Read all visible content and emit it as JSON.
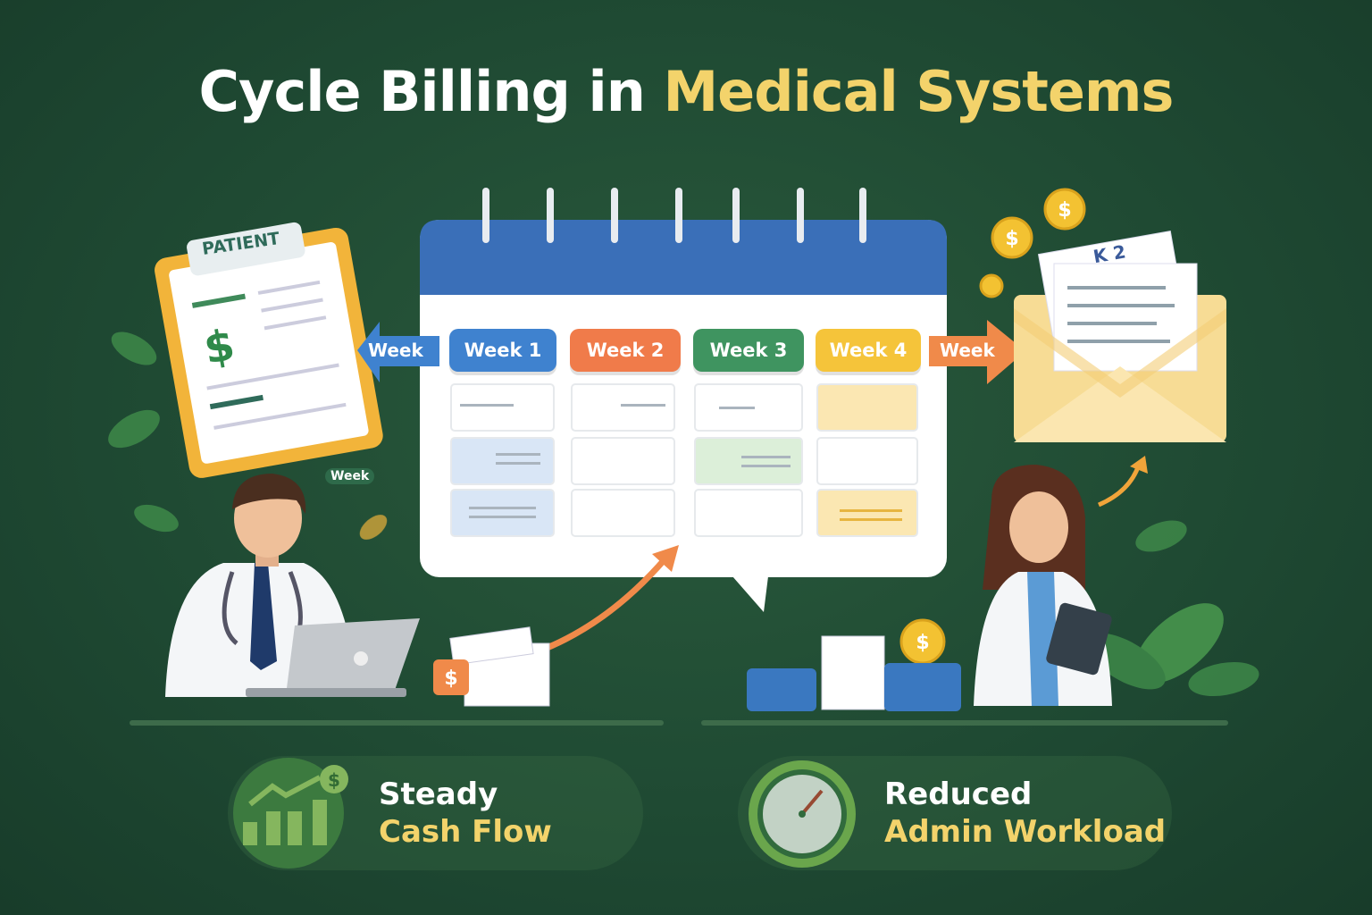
{
  "title": {
    "part1": "Cycle Billing in",
    "part2": "Medical Systems"
  },
  "clipboard": {
    "header": "PATIENT",
    "symbol": "$"
  },
  "calendar": {
    "prev_label": "Week",
    "next_label": "Week",
    "weeks": [
      {
        "label": "Week 1",
        "color": "#3f82cf"
      },
      {
        "label": "Week 2",
        "color": "#f07b4a"
      },
      {
        "label": "Week 3",
        "color": "#3f9460"
      },
      {
        "label": "Week 4",
        "color": "#f5c43a"
      }
    ]
  },
  "envelope": {
    "bill_label": "K 2"
  },
  "small_tag": "Week",
  "benefits": [
    {
      "line1": "Steady",
      "line2": "Cash Flow",
      "icon": "growth-chart-icon"
    },
    {
      "line1": "Reduced",
      "line2": "Admin Workload",
      "icon": "clock-icon"
    }
  ],
  "colors": {
    "background": "#1f4a33",
    "accent": "#f3d36b",
    "calendar_header": "#3a6fb8"
  }
}
